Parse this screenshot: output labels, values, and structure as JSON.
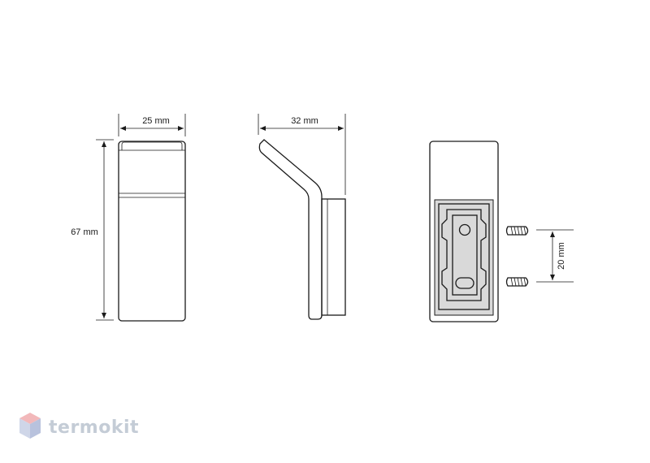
{
  "dimensions": {
    "front_width": "25 mm",
    "front_height": "67 mm",
    "side_depth": "32 mm",
    "screw_spacing": "20 mm"
  },
  "brand": {
    "name": "termokit",
    "colors": {
      "top": "#f2b8ba",
      "left": "#cfd6e8",
      "right": "#b8c2dd"
    }
  }
}
